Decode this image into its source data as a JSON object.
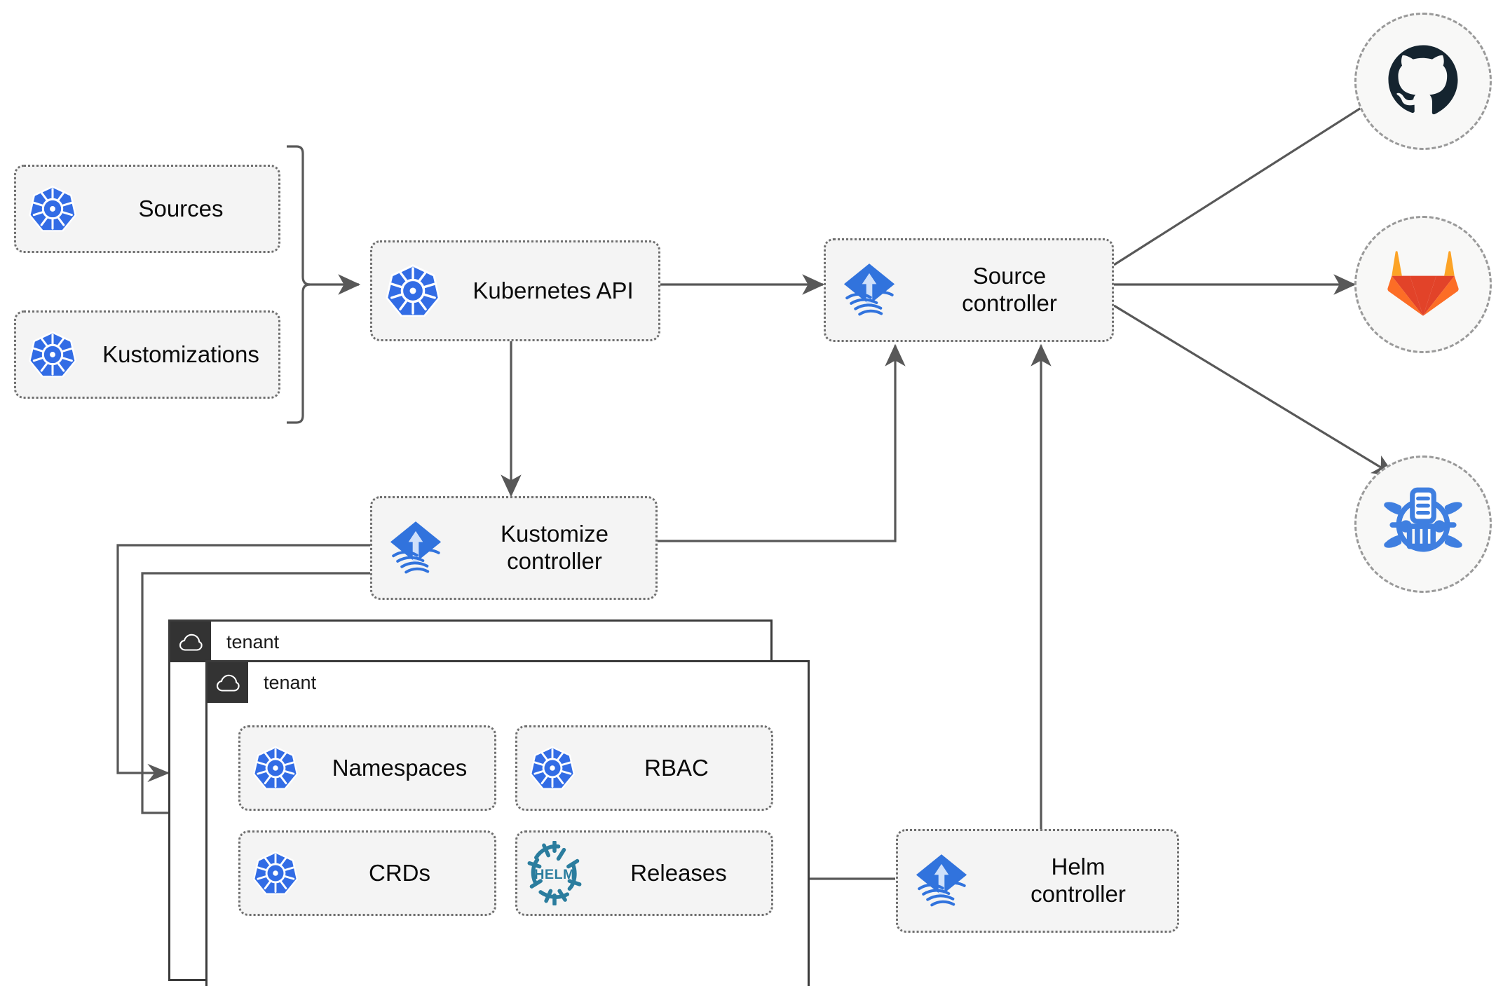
{
  "diagram": {
    "title": "Flux GitOps multi-tenancy architecture",
    "colors": {
      "node_fill": "#f4f4f4",
      "node_border": "#6f6f6f",
      "edge": "#585858",
      "kubernetes_blue": "#326ce5",
      "flux_blue": "#326ce5",
      "helm_teal": "#277a9f",
      "github_dark": "#15242f",
      "gitlab_orange": "#e24329",
      "gitlab_amber": "#fca326",
      "tenant_header": "#333333",
      "tenant_border": "#3b3b3b",
      "circle_border": "#9a9a9a",
      "background": "#ffffff"
    },
    "nodes": [
      {
        "id": "sources",
        "label": "Sources",
        "icon": "kubernetes-icon"
      },
      {
        "id": "kustomizations",
        "label": "Kustomizations",
        "icon": "kubernetes-icon"
      },
      {
        "id": "kubernetes-api",
        "label": "Kubernetes API",
        "icon": "kubernetes-icon"
      },
      {
        "id": "source-controller",
        "label": "Source\ncontroller",
        "icon": "flux-icon"
      },
      {
        "id": "kustomize-controller",
        "label": "Kustomize\ncontroller",
        "icon": "flux-icon"
      },
      {
        "id": "helm-controller",
        "label": "Helm\ncontroller",
        "icon": "flux-icon"
      },
      {
        "id": "namespaces",
        "label": "Namespaces",
        "icon": "kubernetes-icon"
      },
      {
        "id": "rbac",
        "label": "RBAC",
        "icon": "kubernetes-icon"
      },
      {
        "id": "crds",
        "label": "CRDs",
        "icon": "kubernetes-icon"
      },
      {
        "id": "releases",
        "label": "Releases",
        "icon": "helm-icon"
      }
    ],
    "endpoints": [
      {
        "id": "github",
        "icon": "github-icon"
      },
      {
        "id": "gitlab",
        "icon": "gitlab-icon"
      },
      {
        "id": "helm-registry",
        "icon": "helm-chart-repository-icon"
      }
    ],
    "tenants": [
      {
        "id": "tenant-back",
        "label": "tenant",
        "icon": "cloud-icon"
      },
      {
        "id": "tenant-front",
        "label": "tenant",
        "icon": "cloud-icon"
      }
    ],
    "edges": [
      {
        "from": "sources+kustomizations",
        "to": "kubernetes-api",
        "direction": "forward"
      },
      {
        "from": "kubernetes-api",
        "to": "source-controller",
        "direction": "both"
      },
      {
        "from": "kubernetes-api",
        "to": "kustomize-controller",
        "direction": "both"
      },
      {
        "from": "kustomize-controller",
        "to": "source-controller",
        "direction": "forward"
      },
      {
        "from": "helm-controller",
        "to": "source-controller",
        "direction": "forward"
      },
      {
        "from": "source-controller",
        "to": "github",
        "direction": "forward"
      },
      {
        "from": "source-controller",
        "to": "gitlab",
        "direction": "forward"
      },
      {
        "from": "source-controller",
        "to": "helm-registry",
        "direction": "forward"
      },
      {
        "from": "kustomize-controller",
        "to": "tenant-back",
        "direction": "forward"
      },
      {
        "from": "kustomize-controller",
        "to": "tenant-front",
        "direction": "forward"
      },
      {
        "from": "helm-controller",
        "to": "releases",
        "direction": "forward"
      }
    ]
  },
  "labels": {
    "sources": "Sources",
    "kustomizations": "Kustomizations",
    "kubernetes_api": "Kubernetes API",
    "source_controller": "Source\ncontroller",
    "kustomize_controller": "Kustomize\ncontroller",
    "helm_controller": "Helm\ncontroller",
    "namespaces": "Namespaces",
    "rbac": "RBAC",
    "crds": "CRDs",
    "releases": "Releases",
    "tenant_back": "tenant",
    "tenant_front": "tenant"
  }
}
